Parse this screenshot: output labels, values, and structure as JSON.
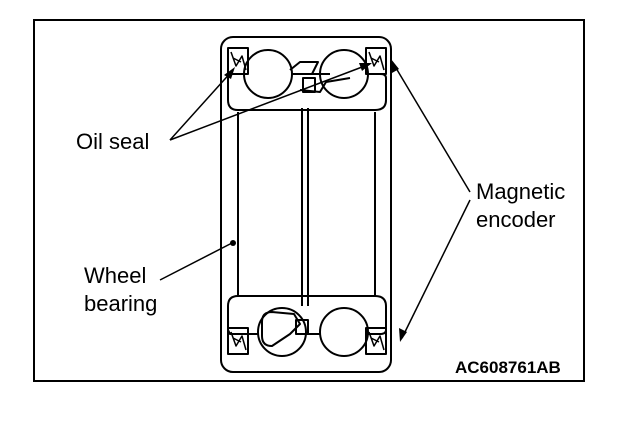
{
  "labels": {
    "oil_seal": "Oil seal",
    "magnetic_encoder_line1": "Magnetic",
    "magnetic_encoder_line2": "encoder",
    "wheel_bearing_line1": "Wheel",
    "wheel_bearing_line2": "bearing"
  },
  "figure_code": "AC608761AB",
  "colors": {
    "line": "#000000",
    "background": "#ffffff"
  }
}
